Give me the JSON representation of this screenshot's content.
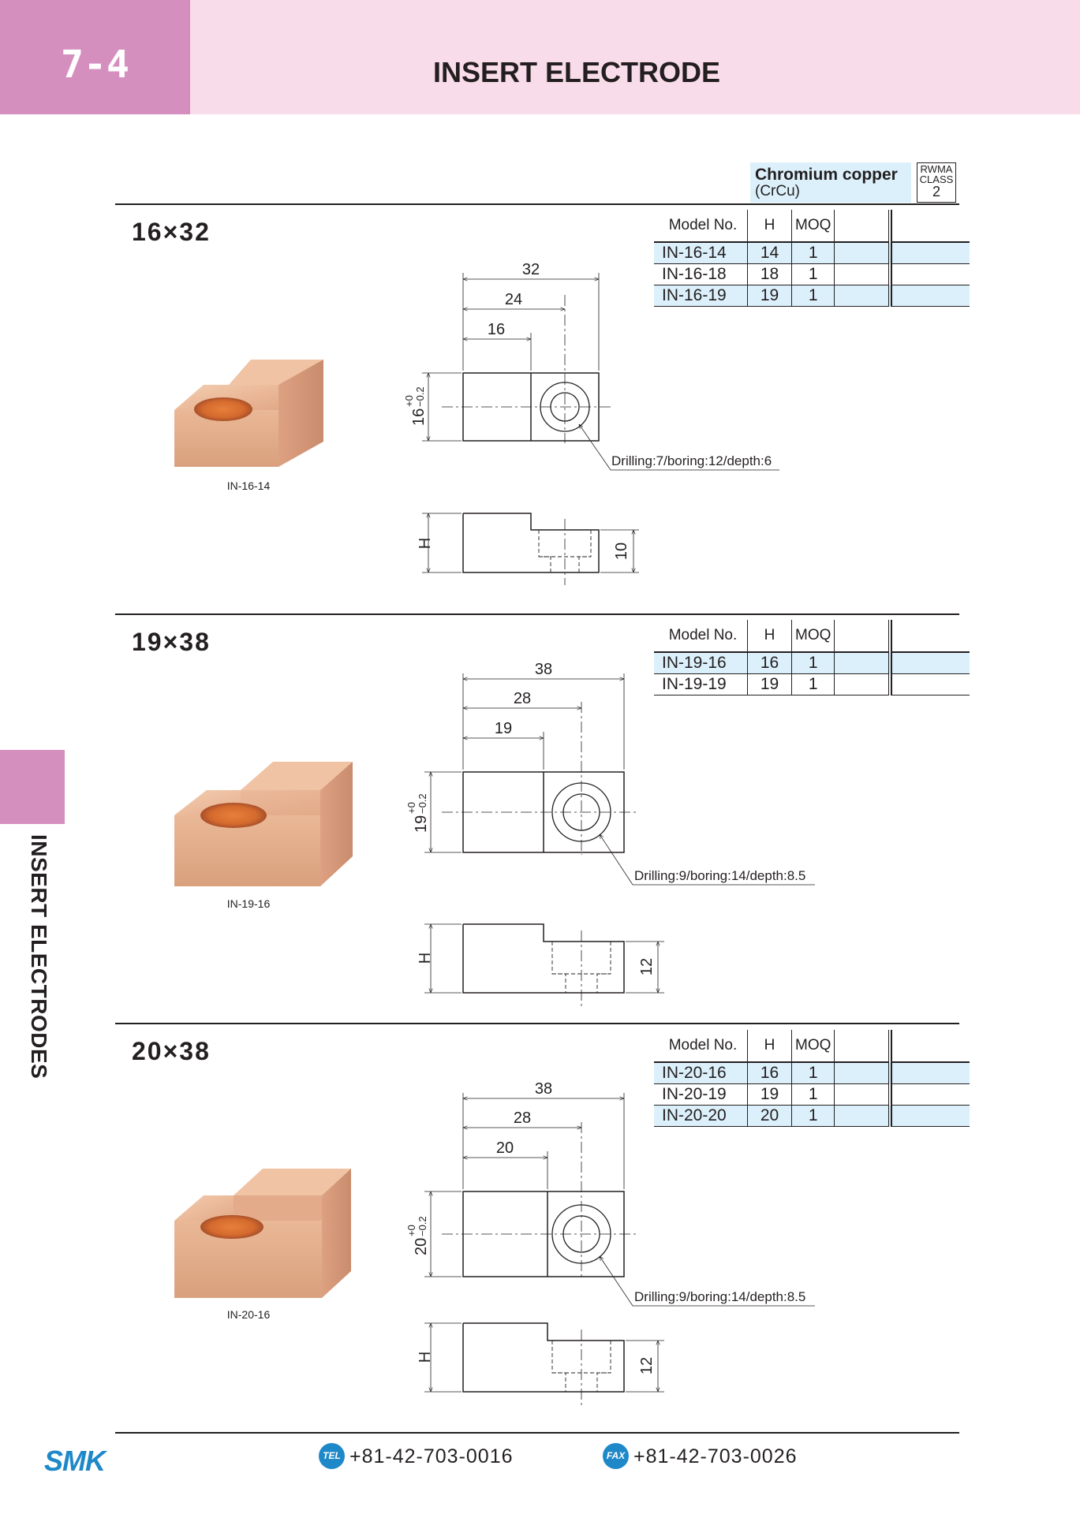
{
  "header": {
    "chapter": "7-4",
    "title": "INSERT ELECTRODE"
  },
  "side_tab": {
    "label": "INSERT ELECTRODES"
  },
  "material": {
    "name": "Chromium copper",
    "symbol": "(CrCu)",
    "rwma_line1": "RWMA",
    "rwma_line2": "CLASS",
    "rwma_line3": "2"
  },
  "table_headers": {
    "model": "Model No.",
    "h": "H",
    "moq": "MOQ"
  },
  "sections": [
    {
      "title": "16×32",
      "photo_label": "IN-16-14",
      "rows": [
        {
          "model": "IN-16-14",
          "h": "14",
          "moq": "1"
        },
        {
          "model": "IN-16-18",
          "h": "18",
          "moq": "1"
        },
        {
          "model": "IN-16-19",
          "h": "19",
          "moq": "1"
        }
      ],
      "dims": {
        "overall": "32",
        "middle": "24",
        "short": "16",
        "width_main": "16",
        "width_tol_upper": "+0",
        "width_tol_lower": "−0.2",
        "height_symbol": "H",
        "step": "10"
      },
      "drilling": "Drilling:7/boring:12/depth:6"
    },
    {
      "title": "19×38",
      "photo_label": "IN-19-16",
      "rows": [
        {
          "model": "IN-19-16",
          "h": "16",
          "moq": "1"
        },
        {
          "model": "IN-19-19",
          "h": "19",
          "moq": "1"
        }
      ],
      "dims": {
        "overall": "38",
        "middle": "28",
        "short": "19",
        "width_main": "19",
        "width_tol_upper": "+0",
        "width_tol_lower": "−0.2",
        "height_symbol": "H",
        "step": "12"
      },
      "drilling": "Drilling:9/boring:14/depth:8.5"
    },
    {
      "title": "20×38",
      "photo_label": "IN-20-16",
      "rows": [
        {
          "model": "IN-20-16",
          "h": "16",
          "moq": "1"
        },
        {
          "model": "IN-20-19",
          "h": "19",
          "moq": "1"
        },
        {
          "model": "IN-20-20",
          "h": "20",
          "moq": "1"
        }
      ],
      "dims": {
        "overall": "38",
        "middle": "28",
        "short": "20",
        "width_main": "20",
        "width_tol_upper": "+0",
        "width_tol_lower": "−0.2",
        "height_symbol": "H",
        "step": "12"
      },
      "drilling": "Drilling:9/boring:14/depth:8.5"
    }
  ],
  "footer": {
    "logo": "SMK",
    "tel_badge": "TEL",
    "tel": "+81-42-703-0016",
    "fax_badge": "FAX",
    "fax": "+81-42-703-0026"
  },
  "colors": {
    "accent_pink": "#d58fbf",
    "header_bg": "#f9dce9",
    "table_stripe": "#dcf0fb",
    "brand_blue": "#1e88c9",
    "copper": "#e6b08e"
  }
}
